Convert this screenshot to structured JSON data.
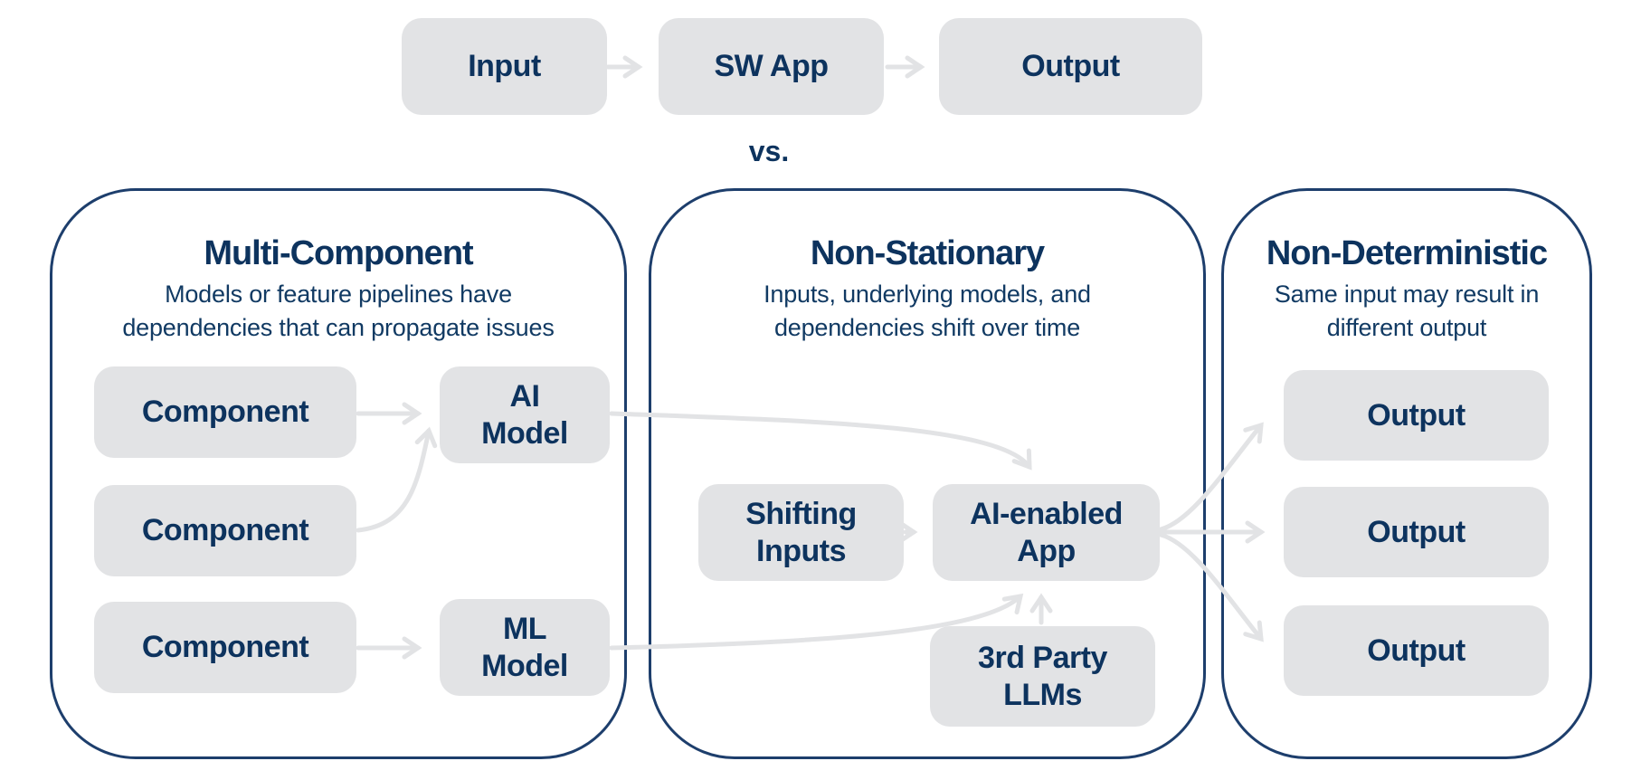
{
  "colors": {
    "navy_text": "#0d335e",
    "panel_border": "#1d3e6c",
    "box_fill": "#e2e3e5",
    "arrow_gray": "#e2e3e5",
    "background": "#ffffff"
  },
  "top_flow": {
    "input": "Input",
    "sw_app": "SW App",
    "output": "Output",
    "vs": "vs."
  },
  "panels": {
    "multi_component": {
      "title": "Multi-Component",
      "subtitle": "Models or feature pipelines have\ndependencies that can propagate issues",
      "component1": "Component",
      "component2": "Component",
      "component3": "Component",
      "ai_model": "AI\nModel",
      "ml_model": "ML\nModel"
    },
    "non_stationary": {
      "title": "Non-Stationary",
      "subtitle": "Inputs, underlying models, and\ndependencies shift over time",
      "shifting_inputs": "Shifting\nInputs",
      "ai_enabled_app": "AI-enabled\nApp",
      "third_party_llms": "3rd Party\nLLMs"
    },
    "non_deterministic": {
      "title": "Non-Deterministic",
      "subtitle": "Same input may result in\ndifferent output",
      "output1": "Output",
      "output2": "Output",
      "output3": "Output"
    }
  }
}
